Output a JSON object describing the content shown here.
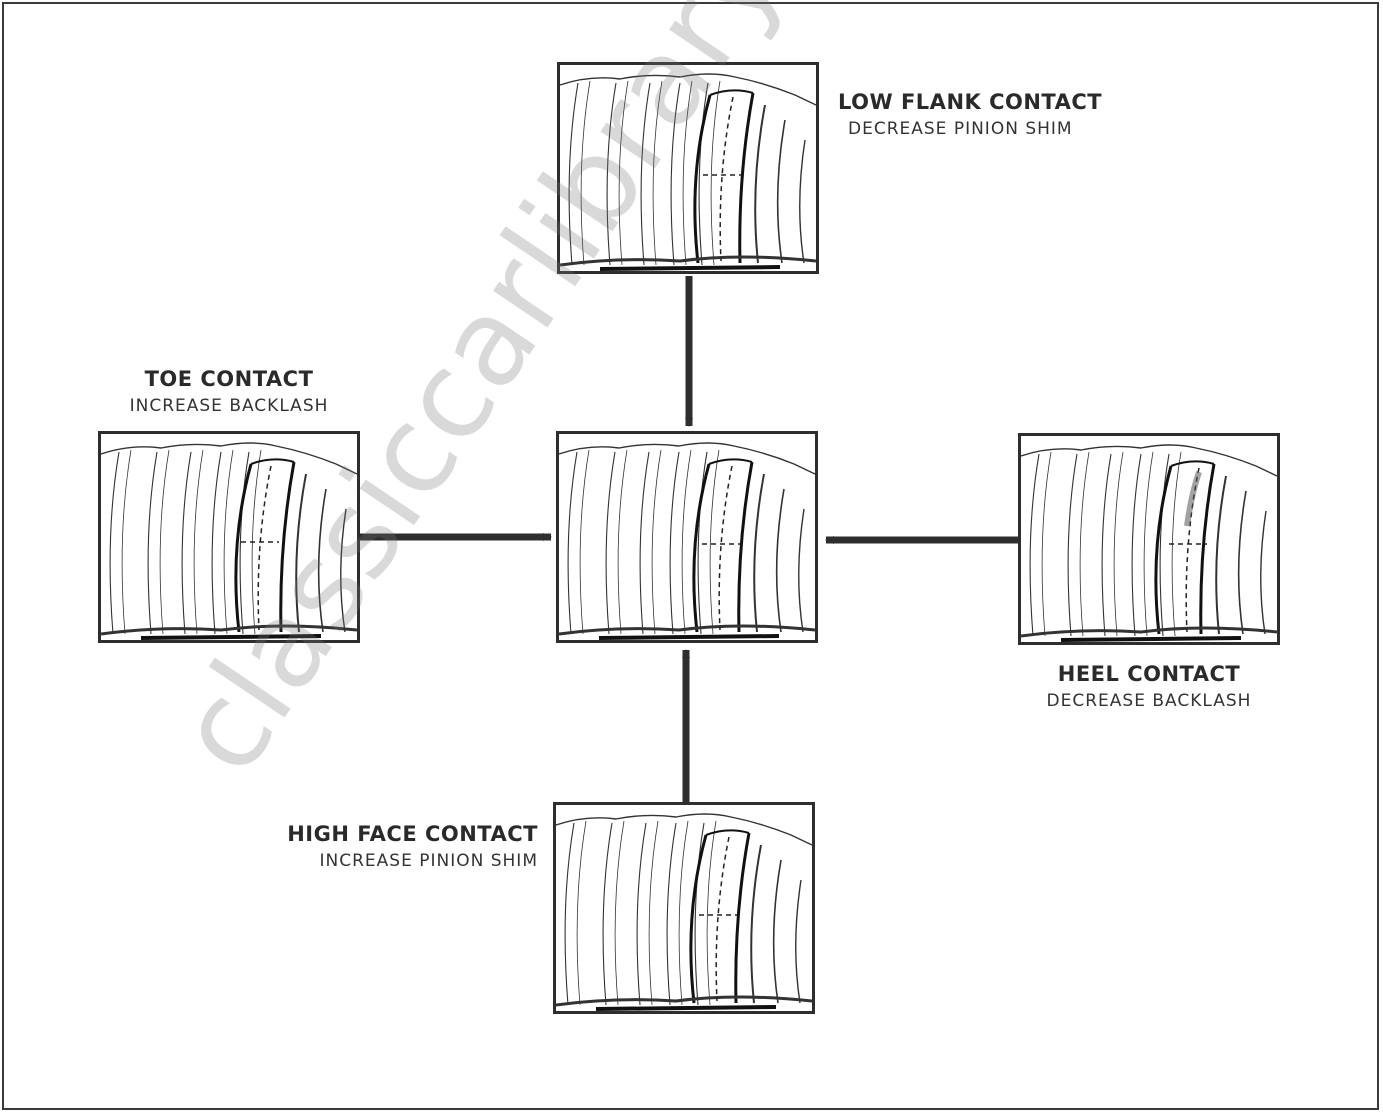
{
  "panels": {
    "top": {
      "title": "LOW FLANK CONTACT",
      "subtitle": "DECREASE PINION SHIM"
    },
    "left": {
      "title": "TOE CONTACT",
      "subtitle": "INCREASE BACKLASH"
    },
    "right": {
      "title": "HEEL CONTACT",
      "subtitle": "DECREASE BACKLASH"
    },
    "bottom": {
      "title": "HIGH FACE CONTACT",
      "subtitle": "INCREASE PINION SHIM"
    }
  },
  "watermark": "classiccarlibrary.com",
  "colors": {
    "ink": "#2e2e2e",
    "watermark": "#9a9a9a"
  }
}
